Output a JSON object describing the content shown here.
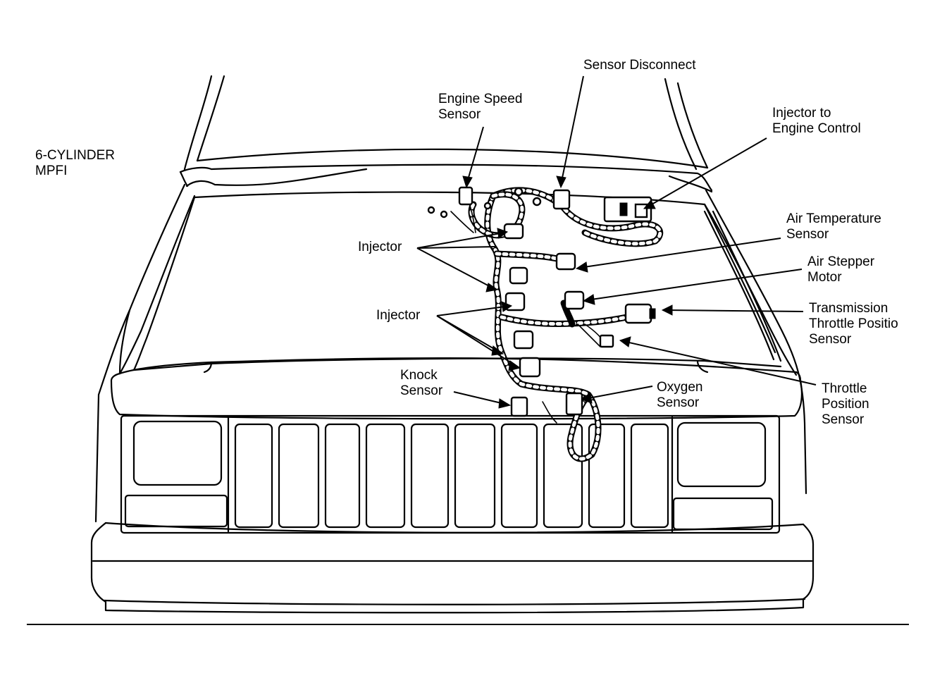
{
  "header": {
    "engine_line1": "6-CYLINDER",
    "engine_line2": "MPFI"
  },
  "labels": {
    "sensor_disconnect": "Sensor Disconnect",
    "engine_speed_sensor_1": "Engine Speed",
    "engine_speed_sensor_2": "Sensor",
    "injector_to_engine_control_1": "Injector to",
    "injector_to_engine_control_2": "Engine Control",
    "air_temperature_sensor_1": "Air Temperature",
    "air_temperature_sensor_2": "Sensor",
    "air_stepper_motor_1": "Air Stepper",
    "air_stepper_motor_2": "Motor",
    "injector_upper": "Injector",
    "injector_lower": "Injector",
    "transmission_tps_1": "Transmission",
    "transmission_tps_2": "Throttle Positio",
    "transmission_tps_3": "Sensor",
    "throttle_position_sensor_1": "Throttle",
    "throttle_position_sensor_2": "Position",
    "throttle_position_sensor_3": "Sensor",
    "knock_sensor_1": "Knock",
    "knock_sensor_2": "Sensor",
    "oxygen_sensor_1": "Oxygen",
    "oxygen_sensor_2": "Sensor"
  }
}
